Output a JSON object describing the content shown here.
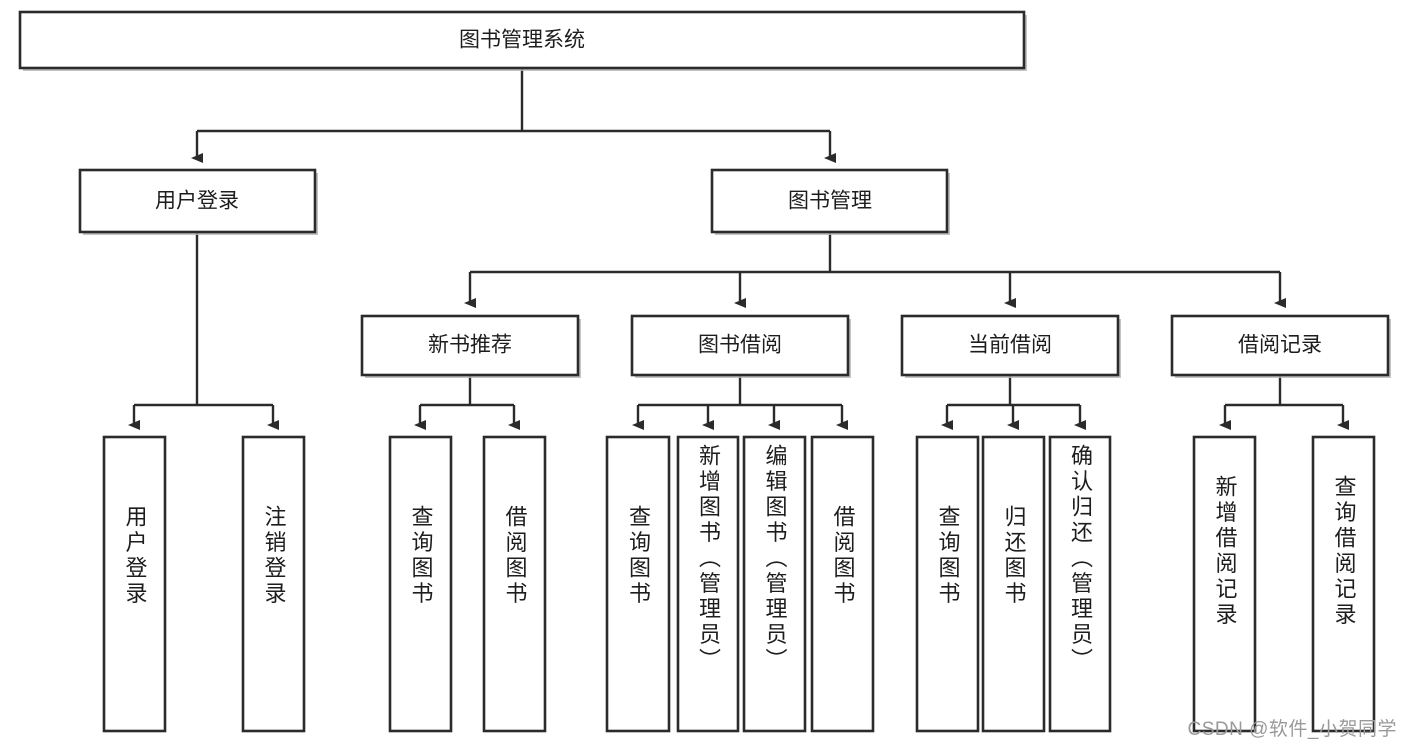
{
  "diagram": {
    "title": "图书管理系统",
    "type": "tree-hierarchy-diagram",
    "colors": {
      "box_border": "#2b2b2b",
      "box_fill": "#ffffff",
      "connector": "#2b2b2b",
      "text": "#1d1d1d",
      "watermark": "#9a9a9a"
    },
    "root": {
      "label": "图书管理系统"
    },
    "level2": [
      {
        "label": "用户登录"
      },
      {
        "label": "图书管理"
      }
    ],
    "level3": [
      {
        "label": "新书推荐"
      },
      {
        "label": "图书借阅"
      },
      {
        "label": "当前借阅"
      },
      {
        "label": "借阅记录"
      }
    ],
    "leaves": {
      "user_login": [
        {
          "label": "用户登录"
        },
        {
          "label": "注销登录"
        }
      ],
      "new_book_recommend": [
        {
          "label": "查询图书"
        },
        {
          "label": "借阅图书"
        }
      ],
      "book_borrow": [
        {
          "label": "查询图书"
        },
        {
          "label": "新增图书（管理员）"
        },
        {
          "label": "编辑图书（管理员）"
        },
        {
          "label": "借阅图书"
        }
      ],
      "current_borrow": [
        {
          "label": "查询图书"
        },
        {
          "label": "归还图书"
        },
        {
          "label": "确认归还（管理员）"
        }
      ],
      "borrow_record": [
        {
          "label": "新增借阅记录"
        },
        {
          "label": "查询借阅记录"
        }
      ]
    },
    "watermark": "CSDN @软件_小贺同学"
  }
}
